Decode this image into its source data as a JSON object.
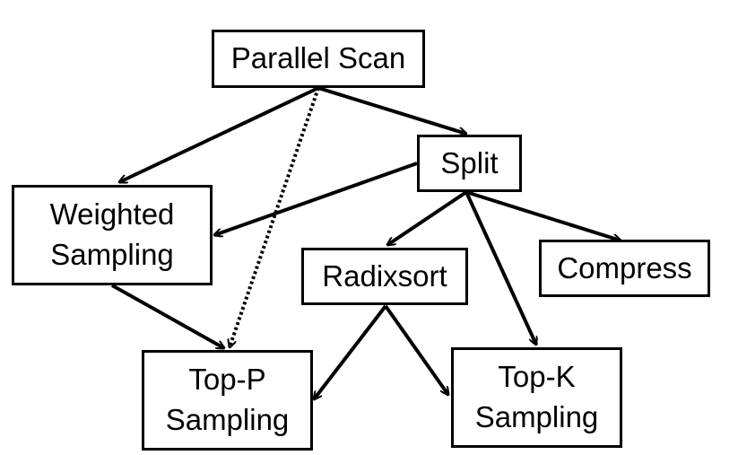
{
  "diagram": {
    "nodes": {
      "parallel_scan": "Parallel Scan",
      "split": "Split",
      "weighted_sampling": "Weighted\nSampling",
      "radixsort": "Radixsort",
      "compress": "Compress",
      "top_p_sampling": "Top-P\nSampling",
      "top_k_sampling": "Top-K\nSampling"
    },
    "edges": [
      {
        "from": "Parallel Scan",
        "to": "Weighted Sampling",
        "style": "solid"
      },
      {
        "from": "Parallel Scan",
        "to": "Split",
        "style": "solid"
      },
      {
        "from": "Parallel Scan",
        "to": "Top-P Sampling",
        "style": "dotted"
      },
      {
        "from": "Split",
        "to": "Weighted Sampling",
        "style": "solid"
      },
      {
        "from": "Split",
        "to": "Radixsort",
        "style": "solid"
      },
      {
        "from": "Split",
        "to": "Compress",
        "style": "solid"
      },
      {
        "from": "Split",
        "to": "Top-K Sampling",
        "style": "solid"
      },
      {
        "from": "Weighted Sampling",
        "to": "Top-P Sampling",
        "style": "solid"
      },
      {
        "from": "Radixsort",
        "to": "Top-P Sampling",
        "style": "solid"
      },
      {
        "from": "Radixsort",
        "to": "Top-K Sampling",
        "style": "solid"
      }
    ]
  },
  "colors": {
    "stroke": "#000000",
    "background": "#ffffff"
  }
}
